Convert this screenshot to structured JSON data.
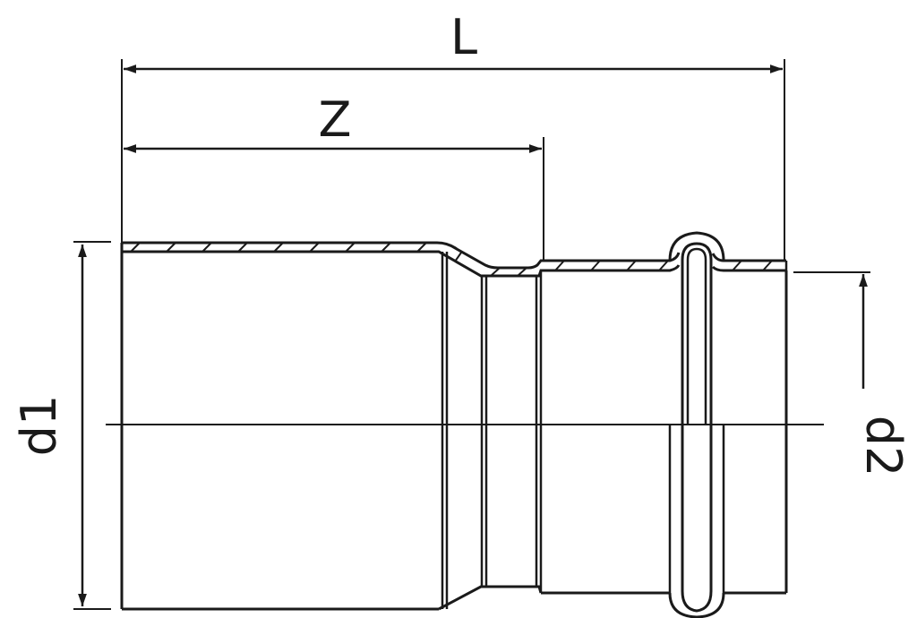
{
  "labels": {
    "length": "L",
    "insertion_depth": "Z",
    "diameter_large": "d1",
    "diameter_small": "d2"
  },
  "colors": {
    "stroke": "#1a1a1a",
    "background": "#ffffff"
  }
}
